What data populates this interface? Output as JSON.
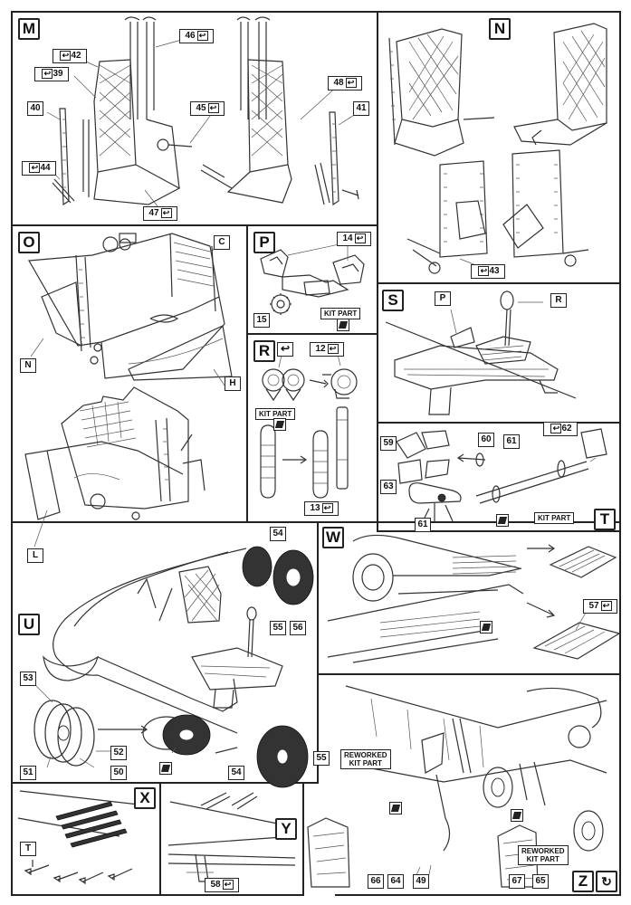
{
  "sections": {
    "M": {
      "letter": "M",
      "callouts": [
        "42",
        "39",
        "40",
        "44",
        "46",
        "45",
        "47",
        "48",
        "41"
      ]
    },
    "N": {
      "letter": "N",
      "callouts": [
        "43"
      ]
    },
    "O": {
      "letter": "O",
      "callouts": [
        "C",
        "N",
        "H",
        "L"
      ]
    },
    "P": {
      "letter": "P",
      "callouts": [
        "14",
        "15"
      ],
      "kit_part": "KIT PART"
    },
    "R": {
      "letter": "R",
      "callouts": [
        "12",
        "13"
      ],
      "kit_part": "KIT PART"
    },
    "S": {
      "letter": "S",
      "callouts": [
        "P",
        "R"
      ]
    },
    "T": {
      "letter": "T",
      "callouts": [
        "62",
        "59",
        "60",
        "61",
        "63",
        "61"
      ],
      "kit_part": "KIT PART"
    },
    "U": {
      "letter": "U",
      "callouts": [
        "54",
        "55",
        "56",
        "53",
        "52",
        "51",
        "50",
        "55",
        "54"
      ]
    },
    "W": {
      "letter": "W",
      "callouts": [
        "57"
      ]
    },
    "X": {
      "letter": "X",
      "callouts": [
        "T"
      ]
    },
    "Y": {
      "letter": "Y",
      "callouts": [
        "58"
      ]
    },
    "Z": {
      "letter": "Z",
      "callouts": [
        "66",
        "64",
        "49",
        "67",
        "65"
      ],
      "reworked_1": "REWORKED\nKIT PART",
      "reworked_2": "REWORKED\nKIT PART"
    }
  },
  "legend_icons": [
    "bend-arrow-icon",
    "photo-etch-part-icon",
    "rotate-icon"
  ]
}
